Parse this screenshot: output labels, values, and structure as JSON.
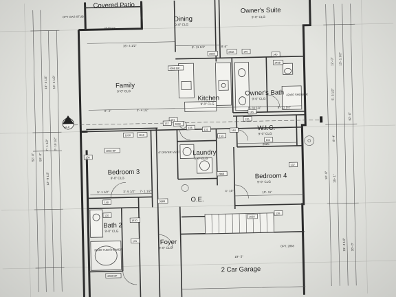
{
  "rooms": {
    "covered_patio": "Covered Patio",
    "dining": "Dining",
    "owners_suite": "Owner's Suite",
    "family": "Family",
    "kitchen": "Kitchen",
    "owners_bath": "Owner's Bath",
    "wic": "W.I.C.",
    "bedroom3": "Bedroom 3",
    "laundry": "Laundry",
    "bedroom4": "Bedroom 4",
    "oe": "O.E.",
    "bath2": "Bath 2",
    "foyer": "Foyer",
    "garage": "2 Car Garage"
  },
  "ceilings": {
    "dining": "9'-0\" CLG",
    "owners_suite": "9'-0\" CLG",
    "family": "9'-0\" CLG",
    "kitchen": "9'-0\" CLG",
    "owners_bath": "9'-0\" CLG",
    "wic": "9'-0\" CLG",
    "bedroom3": "9'-0\" CLG",
    "laundry": "9'-0\" CLG",
    "bedroom4": "9'-0\" CLG",
    "bath2": "9'-0\" CLG",
    "foyer": "9'-0\" CLG"
  },
  "notes": {
    "opt_gas_stub": "OPT GAS STUB",
    "dryer_vent": "4\" DRYER VENT",
    "shower_42": "42x60 SHOWER",
    "tub_shower": "32x60 TUB/SHOWER",
    "opt_2868": "OPT. 2868"
  },
  "dimensions": {
    "patio_width": "4040 FX",
    "family_top": "16'- 4 1/2\"",
    "kitchen_top": "6'- 11 1/2\"",
    "kitchen_right": "8'-5\"",
    "family_mid": "8'- 2\"",
    "kitchen_mid": "3'- 4 1/2\"",
    "bath_mid": "8'- 11 1/2\"",
    "bath_right": "9'- 11 1/2\"",
    "left_1": "16'- 4 1/2\"",
    "left_2": "15'- 4 1/2\"",
    "left_3": "7'- 1 1/2\"",
    "left_4": "2'- 10 1/2\"",
    "left_5": "12'- 9 1/2\"",
    "left_6": "50'- 0\"",
    "left_7": "52'- 0\"",
    "right_1": "12'- 0\"",
    "right_2": "13'- 1 1/2\"",
    "right_3": "5'- 3 1/2\"",
    "right_4": "8'- 4\"",
    "right_5": "10'- 8\"",
    "right_6": "15'- 1\"",
    "right_7": "19'- 4 1/2\"",
    "right_8": "20'- 0\"",
    "right_9": "62'- 0\"",
    "br3_a": "5'- 1 1/2\"",
    "br3_b": "3'- 5 1/2\"",
    "br3_c": "7'- 1 1/2\"",
    "br4_w": "10'- 11\"",
    "br4_b": "4'- 10\"",
    "garage_w": "19'- 5\"",
    "wic_w": "2625"
  },
  "tags": [
    "2868",
    "140",
    "1610",
    "4068 BP",
    "1610",
    "2468",
    "140",
    "2668",
    "4068 BP",
    "101",
    "131",
    "3068",
    "137",
    "153",
    "164",
    "152",
    "126",
    "165",
    "2868",
    "150",
    "137",
    "136",
    "140",
    "120",
    "131",
    "3068",
    "1610",
    "4068 BP",
    "1610",
    "126"
  ],
  "markers": {
    "section": "01",
    "section_ref": "A1.0"
  }
}
